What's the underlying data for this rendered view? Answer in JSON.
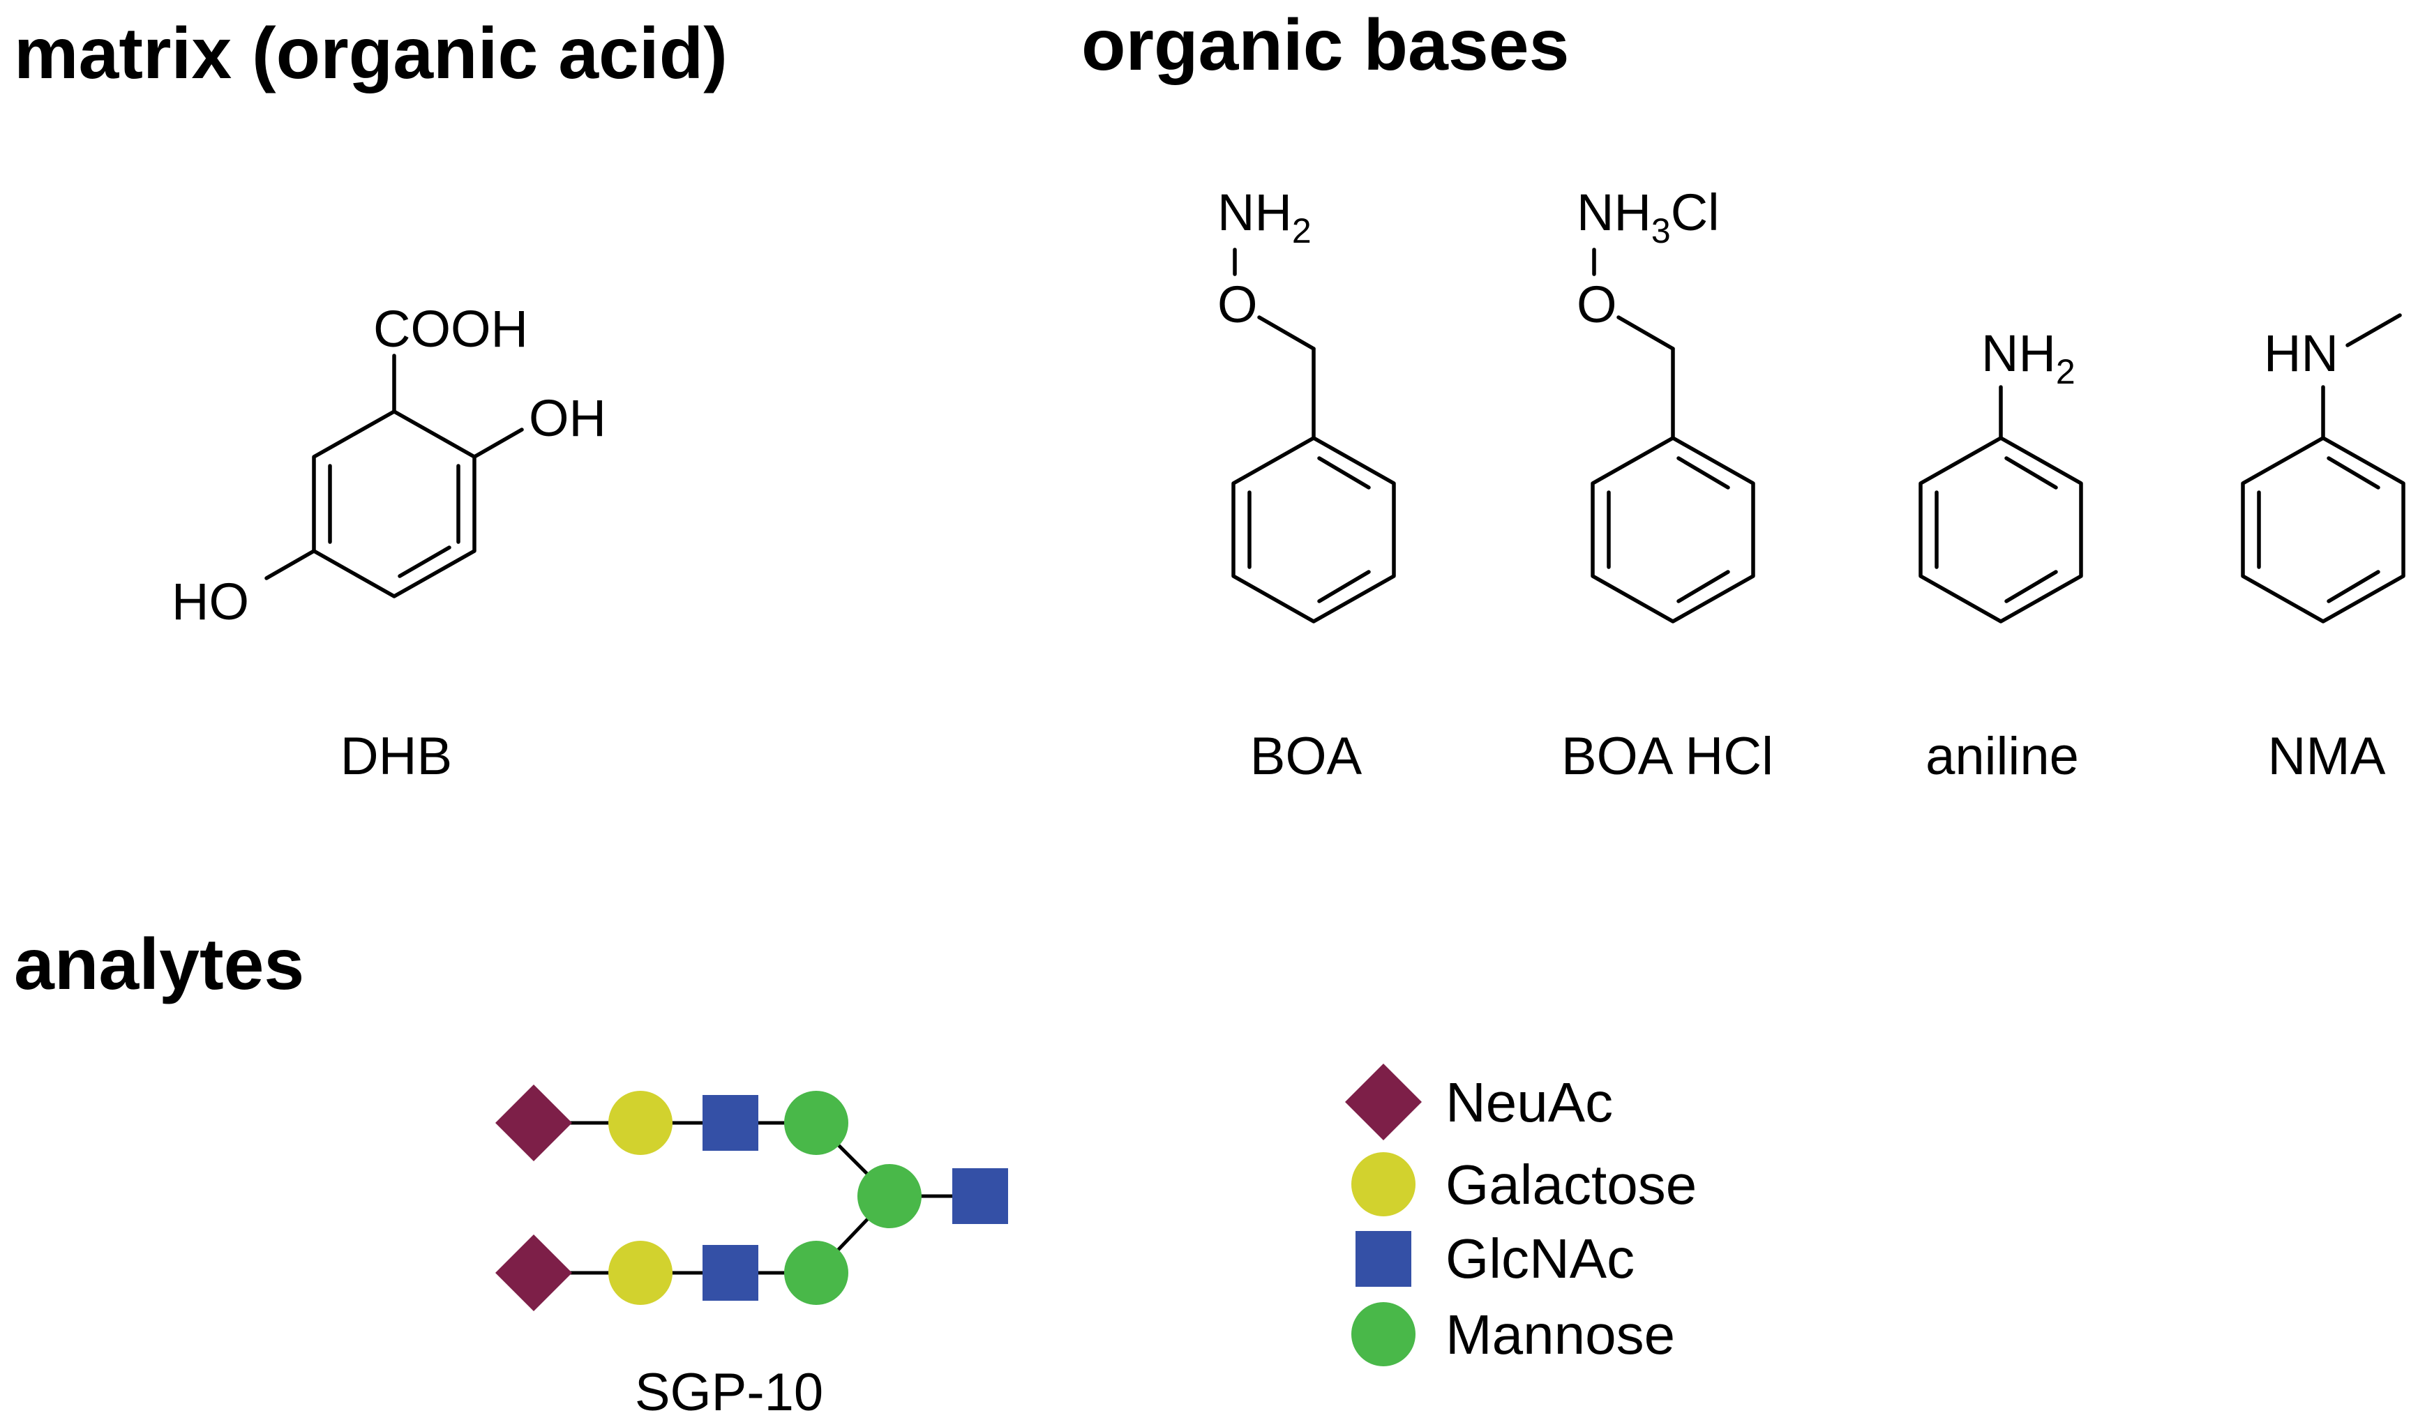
{
  "headings": {
    "matrix": "matrix (organic acid)",
    "bases": "organic bases",
    "analytes": "analytes"
  },
  "dhb": {
    "cooh": "COOH",
    "oh": "OH",
    "ho": "HO",
    "name": "DHB"
  },
  "boa": {
    "n": "NH",
    "n_sub": "2",
    "o": "O",
    "name": "BOA"
  },
  "boahcl": {
    "n": "NH",
    "n_sub": "3",
    "n_suffix": "Cl",
    "o": "O",
    "name": "BOA HCl"
  },
  "aniline": {
    "n": "NH",
    "n_sub": "2",
    "name": "aniline"
  },
  "nma": {
    "n": "HN",
    "name": "NMA"
  },
  "glycan": {
    "name": "SGP-10"
  },
  "legend": [
    {
      "shape": "diamond",
      "label": "NeuAc",
      "color": "#7d1f48"
    },
    {
      "shape": "circle",
      "label": "Galactose",
      "color": "#d2d22e"
    },
    {
      "shape": "square",
      "label": "GlcNAc",
      "color": "#3450a6"
    },
    {
      "shape": "circle",
      "label": "Mannose",
      "color": "#49b849"
    }
  ],
  "colors": {
    "neuac": "#7d1f48",
    "galactose": "#d2d22e",
    "glcnac": "#3450a6",
    "mannose": "#49b849"
  }
}
